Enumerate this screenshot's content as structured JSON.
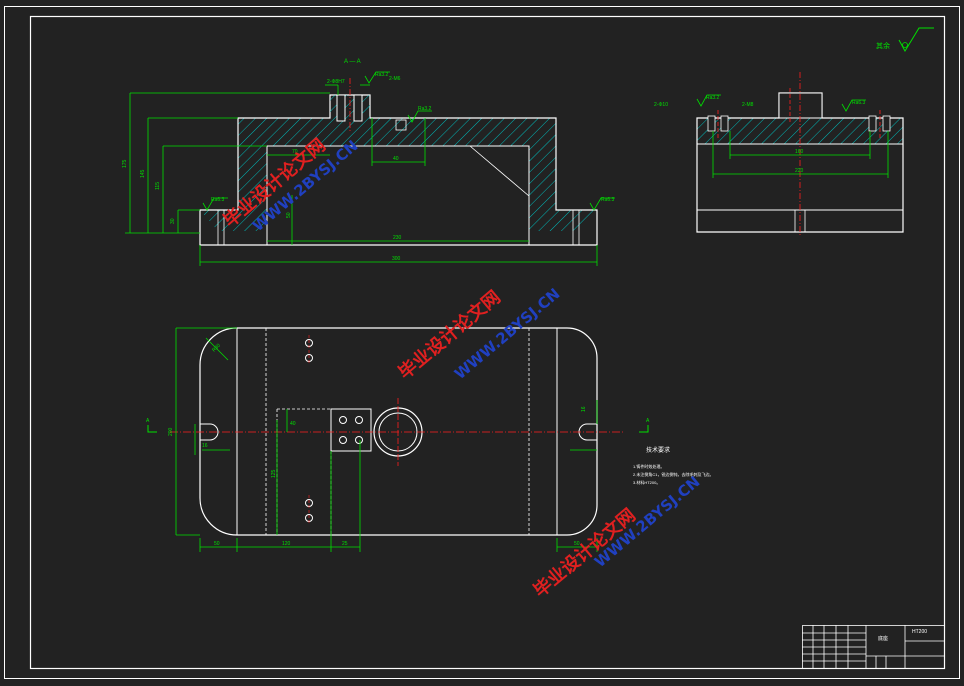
{
  "section_label": "A — A",
  "roughness_general": "其余",
  "surface_labels": {
    "top_left": "Ra3.2",
    "top_right": "Ra3.2",
    "flange_left": "Ra6.3",
    "flange_right": "Ra6.3",
    "side_top_left": "Ra3.2",
    "side_top_right": "Ra6.3"
  },
  "hole_callouts": {
    "front_a": "2-Φ8H7",
    "front_b": "2-M6",
    "side_left": "2-Φ10",
    "side_right": "2-M8"
  },
  "front_dims": {
    "overall_height": "175",
    "height_2": "145",
    "height_3": "115",
    "flange_height": "30",
    "gap_height": "50",
    "inner_width": "230",
    "total_width": "300",
    "top_offset": "70",
    "slot_width": "40"
  },
  "side_dims": {
    "inner": "160",
    "outer": "220"
  },
  "plan_dims": {
    "height": "200",
    "radius": "R30",
    "bottom_1": "50",
    "bottom_2": "120",
    "bottom_3": "25",
    "bottom_right": "50",
    "mid_vertical": "125",
    "slot_left": "16",
    "slot_right": "16",
    "block_top": "40"
  },
  "section_mark": "A",
  "notes": {
    "title": "技术要求",
    "lines": [
      "1.铸件时效处理。",
      "2.未注倒角C1，锐边倒钝，去除毛刺及飞边。",
      "3.材料HT200。"
    ]
  },
  "title_block": {
    "name": "底座",
    "code": "HT200"
  },
  "watermark": {
    "cn": "毕业设计论文网",
    "url": "WWW.2BYSJ.CN"
  },
  "colors": {
    "background": "#222222",
    "outline": "#ffffff",
    "dimension": "#00e000",
    "hatch": "#00b8b8",
    "centerline": "#ff2020",
    "watermark_red": "#e02020",
    "watermark_blue": "#2040c0"
  }
}
